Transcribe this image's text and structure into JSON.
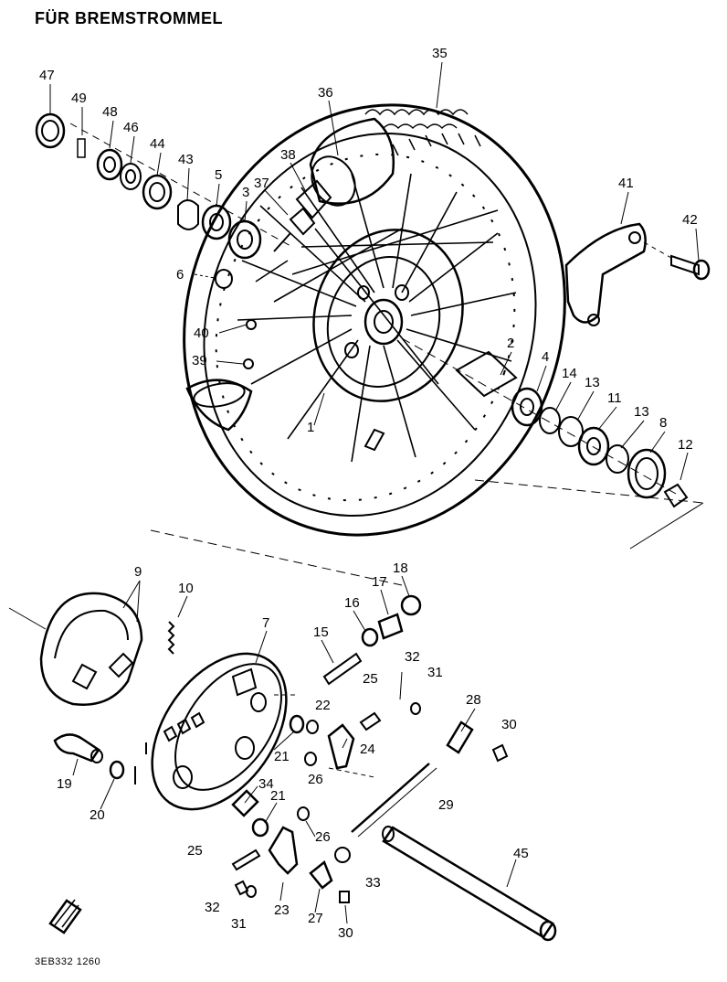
{
  "title": "FÜR BREMSTROMMEL",
  "footer_code": "3EB332 1260",
  "labels": {
    "p1": "1",
    "p2": "2",
    "p3": "3",
    "p4": "4",
    "p5": "5",
    "p6": "6",
    "p7": "7",
    "p8": "8",
    "p9": "9",
    "p10": "10",
    "p11": "11",
    "p12": "12",
    "p13a": "13",
    "p13b": "13",
    "p14": "14",
    "p15": "15",
    "p16": "16",
    "p17": "17",
    "p18": "18",
    "p19": "19",
    "p20": "20",
    "p21a": "21",
    "p21b": "21",
    "p22": "22",
    "p23": "23",
    "p24": "24",
    "p25a": "25",
    "p25b": "25",
    "p26a": "26",
    "p26b": "26",
    "p27": "27",
    "p28": "28",
    "p29": "29",
    "p30a": "30",
    "p30b": "30",
    "p31a": "31",
    "p31b": "31",
    "p32a": "32",
    "p32b": "32",
    "p33": "33",
    "p34": "34",
    "p35": "35",
    "p36": "36",
    "p37": "37",
    "p38": "38",
    "p39": "39",
    "p40": "40",
    "p41": "41",
    "p42": "42",
    "p43": "43",
    "p44": "44",
    "p45": "45",
    "p46": "46",
    "p47": "47",
    "p48": "48",
    "p49": "49"
  }
}
